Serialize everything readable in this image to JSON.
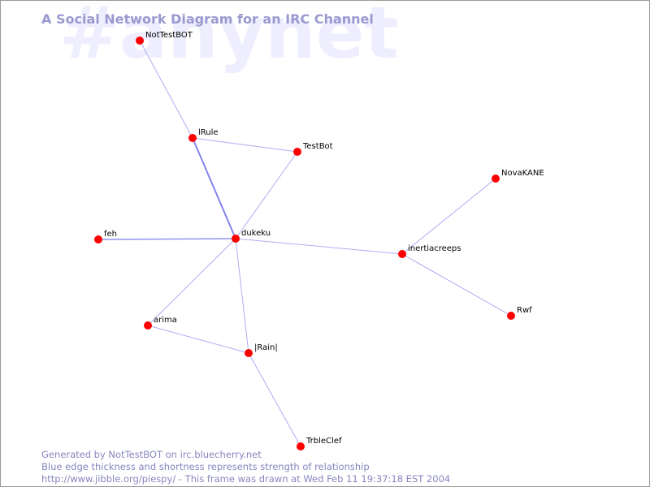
{
  "watermark": "#anynet",
  "title": "A Social Network Diagram for an IRC Channel",
  "footer": {
    "line1": "Generated by NotTestBOT on irc.bluecherry.net",
    "line2": "Blue edge thickness and shortness represents strength of relationship",
    "line3": "http://www.jibble.org/piespy/ - This frame was drawn at Wed Feb 11 19:37:18 EST 2004"
  },
  "colors": {
    "node": "#ff0000",
    "edge": "#7777ee",
    "title": "#9a9ad0",
    "footer": "#8686bf",
    "watermark": "#eeeeff"
  },
  "nodes": [
    {
      "id": "NotTestBOT",
      "label": "NotTestBOT"
    },
    {
      "id": "lRule",
      "label": "lRule"
    },
    {
      "id": "TestBot",
      "label": "TestBot"
    },
    {
      "id": "NovaKANE",
      "label": "NovaKANE"
    },
    {
      "id": "feh",
      "label": "feh"
    },
    {
      "id": "dukeku",
      "label": "dukeku"
    },
    {
      "id": "inertiacreeps",
      "label": "inertiacreeps"
    },
    {
      "id": "arima",
      "label": "arima"
    },
    {
      "id": "Rwf",
      "label": "Rwf"
    },
    {
      "id": "Rain",
      "label": "|Rain|"
    },
    {
      "id": "TrbleClef",
      "label": "TrbleClef"
    }
  ],
  "edges": [
    {
      "from": "NotTestBOT",
      "to": "lRule",
      "strength": 1
    },
    {
      "from": "lRule",
      "to": "TestBot",
      "strength": 1
    },
    {
      "from": "lRule",
      "to": "dukeku",
      "strength": 3
    },
    {
      "from": "TestBot",
      "to": "dukeku",
      "strength": 1
    },
    {
      "from": "feh",
      "to": "dukeku",
      "strength": 2
    },
    {
      "from": "dukeku",
      "to": "inertiacreeps",
      "strength": 1
    },
    {
      "from": "dukeku",
      "to": "arima",
      "strength": 1
    },
    {
      "from": "dukeku",
      "to": "Rain",
      "strength": 1
    },
    {
      "from": "arima",
      "to": "Rain",
      "strength": 1
    },
    {
      "from": "Rain",
      "to": "TrbleClef",
      "strength": 1
    },
    {
      "from": "inertiacreeps",
      "to": "NovaKANE",
      "strength": 1
    },
    {
      "from": "inertiacreeps",
      "to": "Rwf",
      "strength": 1
    }
  ]
}
